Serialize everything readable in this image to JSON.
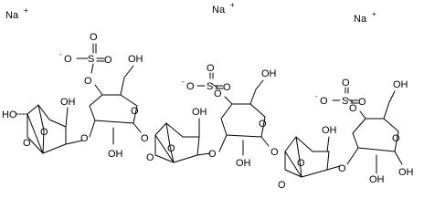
{
  "labels": {
    "na": "Na",
    "plus": "+",
    "minus": "-",
    "o": "O",
    "s": "S",
    "oh": "OH",
    "ho": "HO"
  }
}
